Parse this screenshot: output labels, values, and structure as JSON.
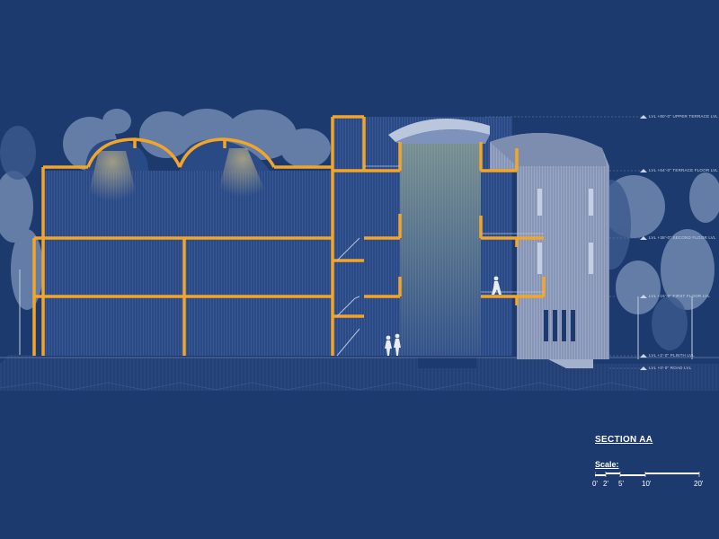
{
  "section_title": "SECTION AA",
  "scale": {
    "label": "Scale:",
    "ticks": [
      "0'",
      "2'",
      "5'",
      "10'",
      "20'"
    ]
  },
  "levels": [
    "LVL +80'-0\" UPPER TERRACE LVL",
    "LVL +64'-0\" TERRACE FLOOR LVL",
    "LVL +38'-0\" SECOND FLOOR LVL",
    "LVL +15'-0\" FIRST FLOOR LVL",
    "LVL +2'-0\" PLINTH LVL",
    "LVL +0'-0\" ROAD LVL"
  ],
  "colors": {
    "background": "#1c3a6e",
    "structure": "#f3a52a",
    "interior": "#2c4a85",
    "trees": "#8fa8cc",
    "stair_tower": "#8f9fbf",
    "ground": "#2a4678"
  }
}
